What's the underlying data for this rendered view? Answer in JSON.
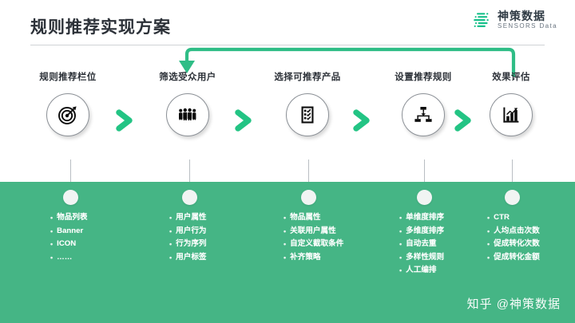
{
  "header": {
    "title": "规则推荐实现方案",
    "logo": {
      "cn": "神策数据",
      "en": "SENSORS Data",
      "icon": "sensors-s-logo-icon",
      "color": "#17c08a"
    }
  },
  "colors": {
    "panel_green": "#45b585",
    "arrow_green": "#23c484",
    "feedback_green": "#2fbd86",
    "title_dark": "#2c3138"
  },
  "feedback_arrow": {
    "name": "feedback-loop-arrow",
    "from_step": "效果评估",
    "to_step": "筛选受众用户"
  },
  "steps": [
    {
      "label": "规则推荐栏位",
      "icon": "target-bullseye-icon",
      "bullets": [
        "物品列表",
        "Banner",
        "ICON",
        "……"
      ]
    },
    {
      "label": "筛选受众用户",
      "icon": "user-group-icon",
      "bullets": [
        "用户属性",
        "用户行为",
        "行为序列",
        "用户标签"
      ]
    },
    {
      "label": "选择可推荐产品",
      "icon": "checklist-clipboard-icon",
      "bullets": [
        "物品属性",
        "关联用户属性",
        "自定义截取条件",
        "补齐策略"
      ]
    },
    {
      "label": "设置推荐规则",
      "icon": "hierarchy-sitemap-icon",
      "bullets": [
        "单维度排序",
        "多维度排序",
        "自动去重",
        "多样性规则",
        "人工编排"
      ]
    },
    {
      "label": "效果评估",
      "icon": "bar-chart-growth-icon",
      "bullets": [
        "CTR",
        "人均点击次数",
        "促成转化次数",
        "促成转化金额"
      ]
    }
  ],
  "connectors": [
    {
      "name": "chevron-arrow-1"
    },
    {
      "name": "chevron-arrow-2"
    },
    {
      "name": "chevron-arrow-3"
    },
    {
      "name": "chevron-arrow-4"
    }
  ],
  "watermark": "知乎 @神策数据"
}
